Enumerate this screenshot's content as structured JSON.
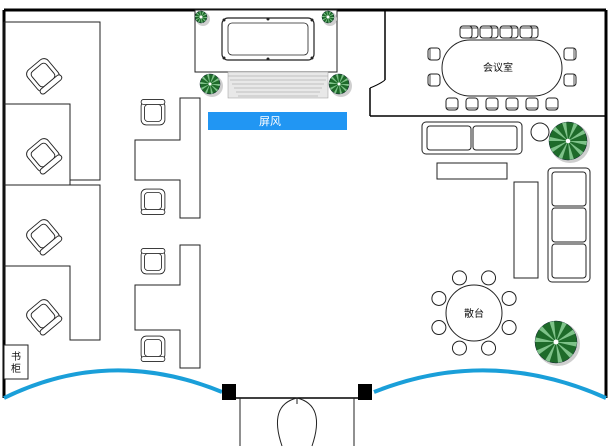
{
  "labels": {
    "screen": "屏风",
    "meeting_room": "会议室",
    "round_table": "散台",
    "cabinet_line1": "书",
    "cabinet_line2": "柜"
  },
  "colors": {
    "screen": "#2196F3",
    "window": "#1a9fd9",
    "wall": "#000000",
    "plant_dark": "#1e6b2a",
    "plant_light": "#8fd19a"
  },
  "icons": {
    "plant": "potted-plant-icon",
    "chair": "chair-icon",
    "door": "double-door-icon",
    "pool_table": "pool-table-icon"
  }
}
